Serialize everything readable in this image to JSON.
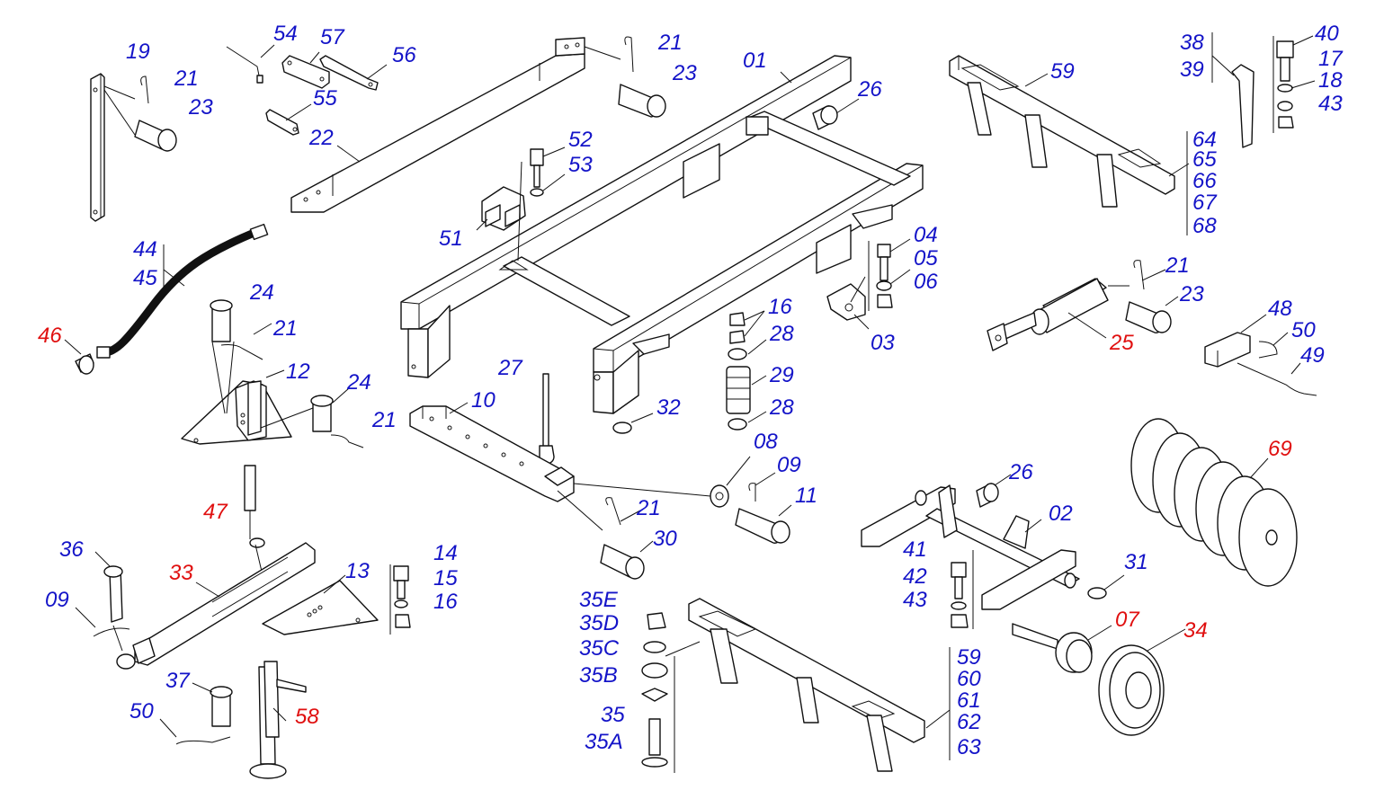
{
  "colors": {
    "standard_label": "#1414c8",
    "highlight_label": "#e01010",
    "line": "#111111",
    "background": "#ffffff"
  },
  "labels": [
    {
      "id": "L19",
      "text": "19",
      "color": "blue"
    },
    {
      "id": "L21a",
      "text": "21",
      "color": "blue"
    },
    {
      "id": "L23a",
      "text": "23",
      "color": "blue"
    },
    {
      "id": "L54",
      "text": "54",
      "color": "blue"
    },
    {
      "id": "L57",
      "text": "57",
      "color": "blue"
    },
    {
      "id": "L56",
      "text": "56",
      "color": "blue"
    },
    {
      "id": "L55",
      "text": "55",
      "color": "blue"
    },
    {
      "id": "L22",
      "text": "22",
      "color": "blue"
    },
    {
      "id": "L21b",
      "text": "21",
      "color": "blue"
    },
    {
      "id": "L23b",
      "text": "23",
      "color": "blue"
    },
    {
      "id": "L01",
      "text": "01",
      "color": "blue"
    },
    {
      "id": "L26a",
      "text": "26",
      "color": "blue"
    },
    {
      "id": "L52",
      "text": "52",
      "color": "blue"
    },
    {
      "id": "L53",
      "text": "53",
      "color": "blue"
    },
    {
      "id": "L51",
      "text": "51",
      "color": "blue"
    },
    {
      "id": "L59a",
      "text": "59",
      "color": "blue"
    },
    {
      "id": "L38",
      "text": "38",
      "color": "blue"
    },
    {
      "id": "L39",
      "text": "39",
      "color": "blue"
    },
    {
      "id": "L40",
      "text": "40",
      "color": "blue"
    },
    {
      "id": "L17",
      "text": "17",
      "color": "blue"
    },
    {
      "id": "L18",
      "text": "18",
      "color": "blue"
    },
    {
      "id": "L43a",
      "text": "43",
      "color": "blue"
    },
    {
      "id": "L64",
      "text": "64",
      "color": "blue"
    },
    {
      "id": "L65",
      "text": "65",
      "color": "blue"
    },
    {
      "id": "L66",
      "text": "66",
      "color": "blue"
    },
    {
      "id": "L67",
      "text": "67",
      "color": "blue"
    },
    {
      "id": "L68",
      "text": "68",
      "color": "blue"
    },
    {
      "id": "L44",
      "text": "44",
      "color": "blue"
    },
    {
      "id": "L45",
      "text": "45",
      "color": "blue"
    },
    {
      "id": "L46",
      "text": "46",
      "color": "red"
    },
    {
      "id": "L24a",
      "text": "24",
      "color": "blue"
    },
    {
      "id": "L21c",
      "text": "21",
      "color": "blue"
    },
    {
      "id": "L12",
      "text": "12",
      "color": "blue"
    },
    {
      "id": "L24b",
      "text": "24",
      "color": "blue"
    },
    {
      "id": "L21d",
      "text": "21",
      "color": "blue"
    },
    {
      "id": "L04",
      "text": "04",
      "color": "blue"
    },
    {
      "id": "L05",
      "text": "05",
      "color": "blue"
    },
    {
      "id": "L06",
      "text": "06",
      "color": "blue"
    },
    {
      "id": "L03",
      "text": "03",
      "color": "blue"
    },
    {
      "id": "L16a",
      "text": "16",
      "color": "blue"
    },
    {
      "id": "L28a",
      "text": "28",
      "color": "blue"
    },
    {
      "id": "L29",
      "text": "29",
      "color": "blue"
    },
    {
      "id": "L28b",
      "text": "28",
      "color": "blue"
    },
    {
      "id": "L27",
      "text": "27",
      "color": "blue"
    },
    {
      "id": "L10",
      "text": "10",
      "color": "blue"
    },
    {
      "id": "L32",
      "text": "32",
      "color": "blue"
    },
    {
      "id": "L21e",
      "text": "21",
      "color": "blue"
    },
    {
      "id": "L23c",
      "text": "23",
      "color": "blue"
    },
    {
      "id": "L25",
      "text": "25",
      "color": "red"
    },
    {
      "id": "L48",
      "text": "48",
      "color": "blue"
    },
    {
      "id": "L50a",
      "text": "50",
      "color": "blue"
    },
    {
      "id": "L49",
      "text": "49",
      "color": "blue"
    },
    {
      "id": "L69",
      "text": "69",
      "color": "red"
    },
    {
      "id": "L08",
      "text": "08",
      "color": "blue"
    },
    {
      "id": "L09a",
      "text": "09",
      "color": "blue"
    },
    {
      "id": "L11",
      "text": "11",
      "color": "blue"
    },
    {
      "id": "L26b",
      "text": "26",
      "color": "blue"
    },
    {
      "id": "L02",
      "text": "02",
      "color": "blue"
    },
    {
      "id": "L47",
      "text": "47",
      "color": "red"
    },
    {
      "id": "L21f",
      "text": "21",
      "color": "blue"
    },
    {
      "id": "L30",
      "text": "30",
      "color": "blue"
    },
    {
      "id": "L36",
      "text": "36",
      "color": "blue"
    },
    {
      "id": "L33",
      "text": "33",
      "color": "red"
    },
    {
      "id": "L13",
      "text": "13",
      "color": "blue"
    },
    {
      "id": "L14",
      "text": "14",
      "color": "blue"
    },
    {
      "id": "L15",
      "text": "15",
      "color": "blue"
    },
    {
      "id": "L16b",
      "text": "16",
      "color": "blue"
    },
    {
      "id": "L09b",
      "text": "09",
      "color": "blue"
    },
    {
      "id": "L41",
      "text": "41",
      "color": "blue"
    },
    {
      "id": "L31",
      "text": "31",
      "color": "blue"
    },
    {
      "id": "L42",
      "text": "42",
      "color": "blue"
    },
    {
      "id": "L43b",
      "text": "43",
      "color": "blue"
    },
    {
      "id": "L07",
      "text": "07",
      "color": "red"
    },
    {
      "id": "L34",
      "text": "34",
      "color": "red"
    },
    {
      "id": "L35E",
      "text": "35E",
      "color": "blue"
    },
    {
      "id": "L35D",
      "text": "35D",
      "color": "blue"
    },
    {
      "id": "L35C",
      "text": "35C",
      "color": "blue"
    },
    {
      "id": "L35B",
      "text": "35B",
      "color": "blue"
    },
    {
      "id": "L35",
      "text": "35",
      "color": "blue"
    },
    {
      "id": "L35A",
      "text": "35A",
      "color": "blue"
    },
    {
      "id": "L59b",
      "text": "59",
      "color": "blue"
    },
    {
      "id": "L60",
      "text": "60",
      "color": "blue"
    },
    {
      "id": "L61",
      "text": "61",
      "color": "blue"
    },
    {
      "id": "L62",
      "text": "62",
      "color": "blue"
    },
    {
      "id": "L63",
      "text": "63",
      "color": "blue"
    },
    {
      "id": "L37",
      "text": "37",
      "color": "blue"
    },
    {
      "id": "L50b",
      "text": "50",
      "color": "blue"
    },
    {
      "id": "L58",
      "text": "58",
      "color": "red"
    }
  ]
}
